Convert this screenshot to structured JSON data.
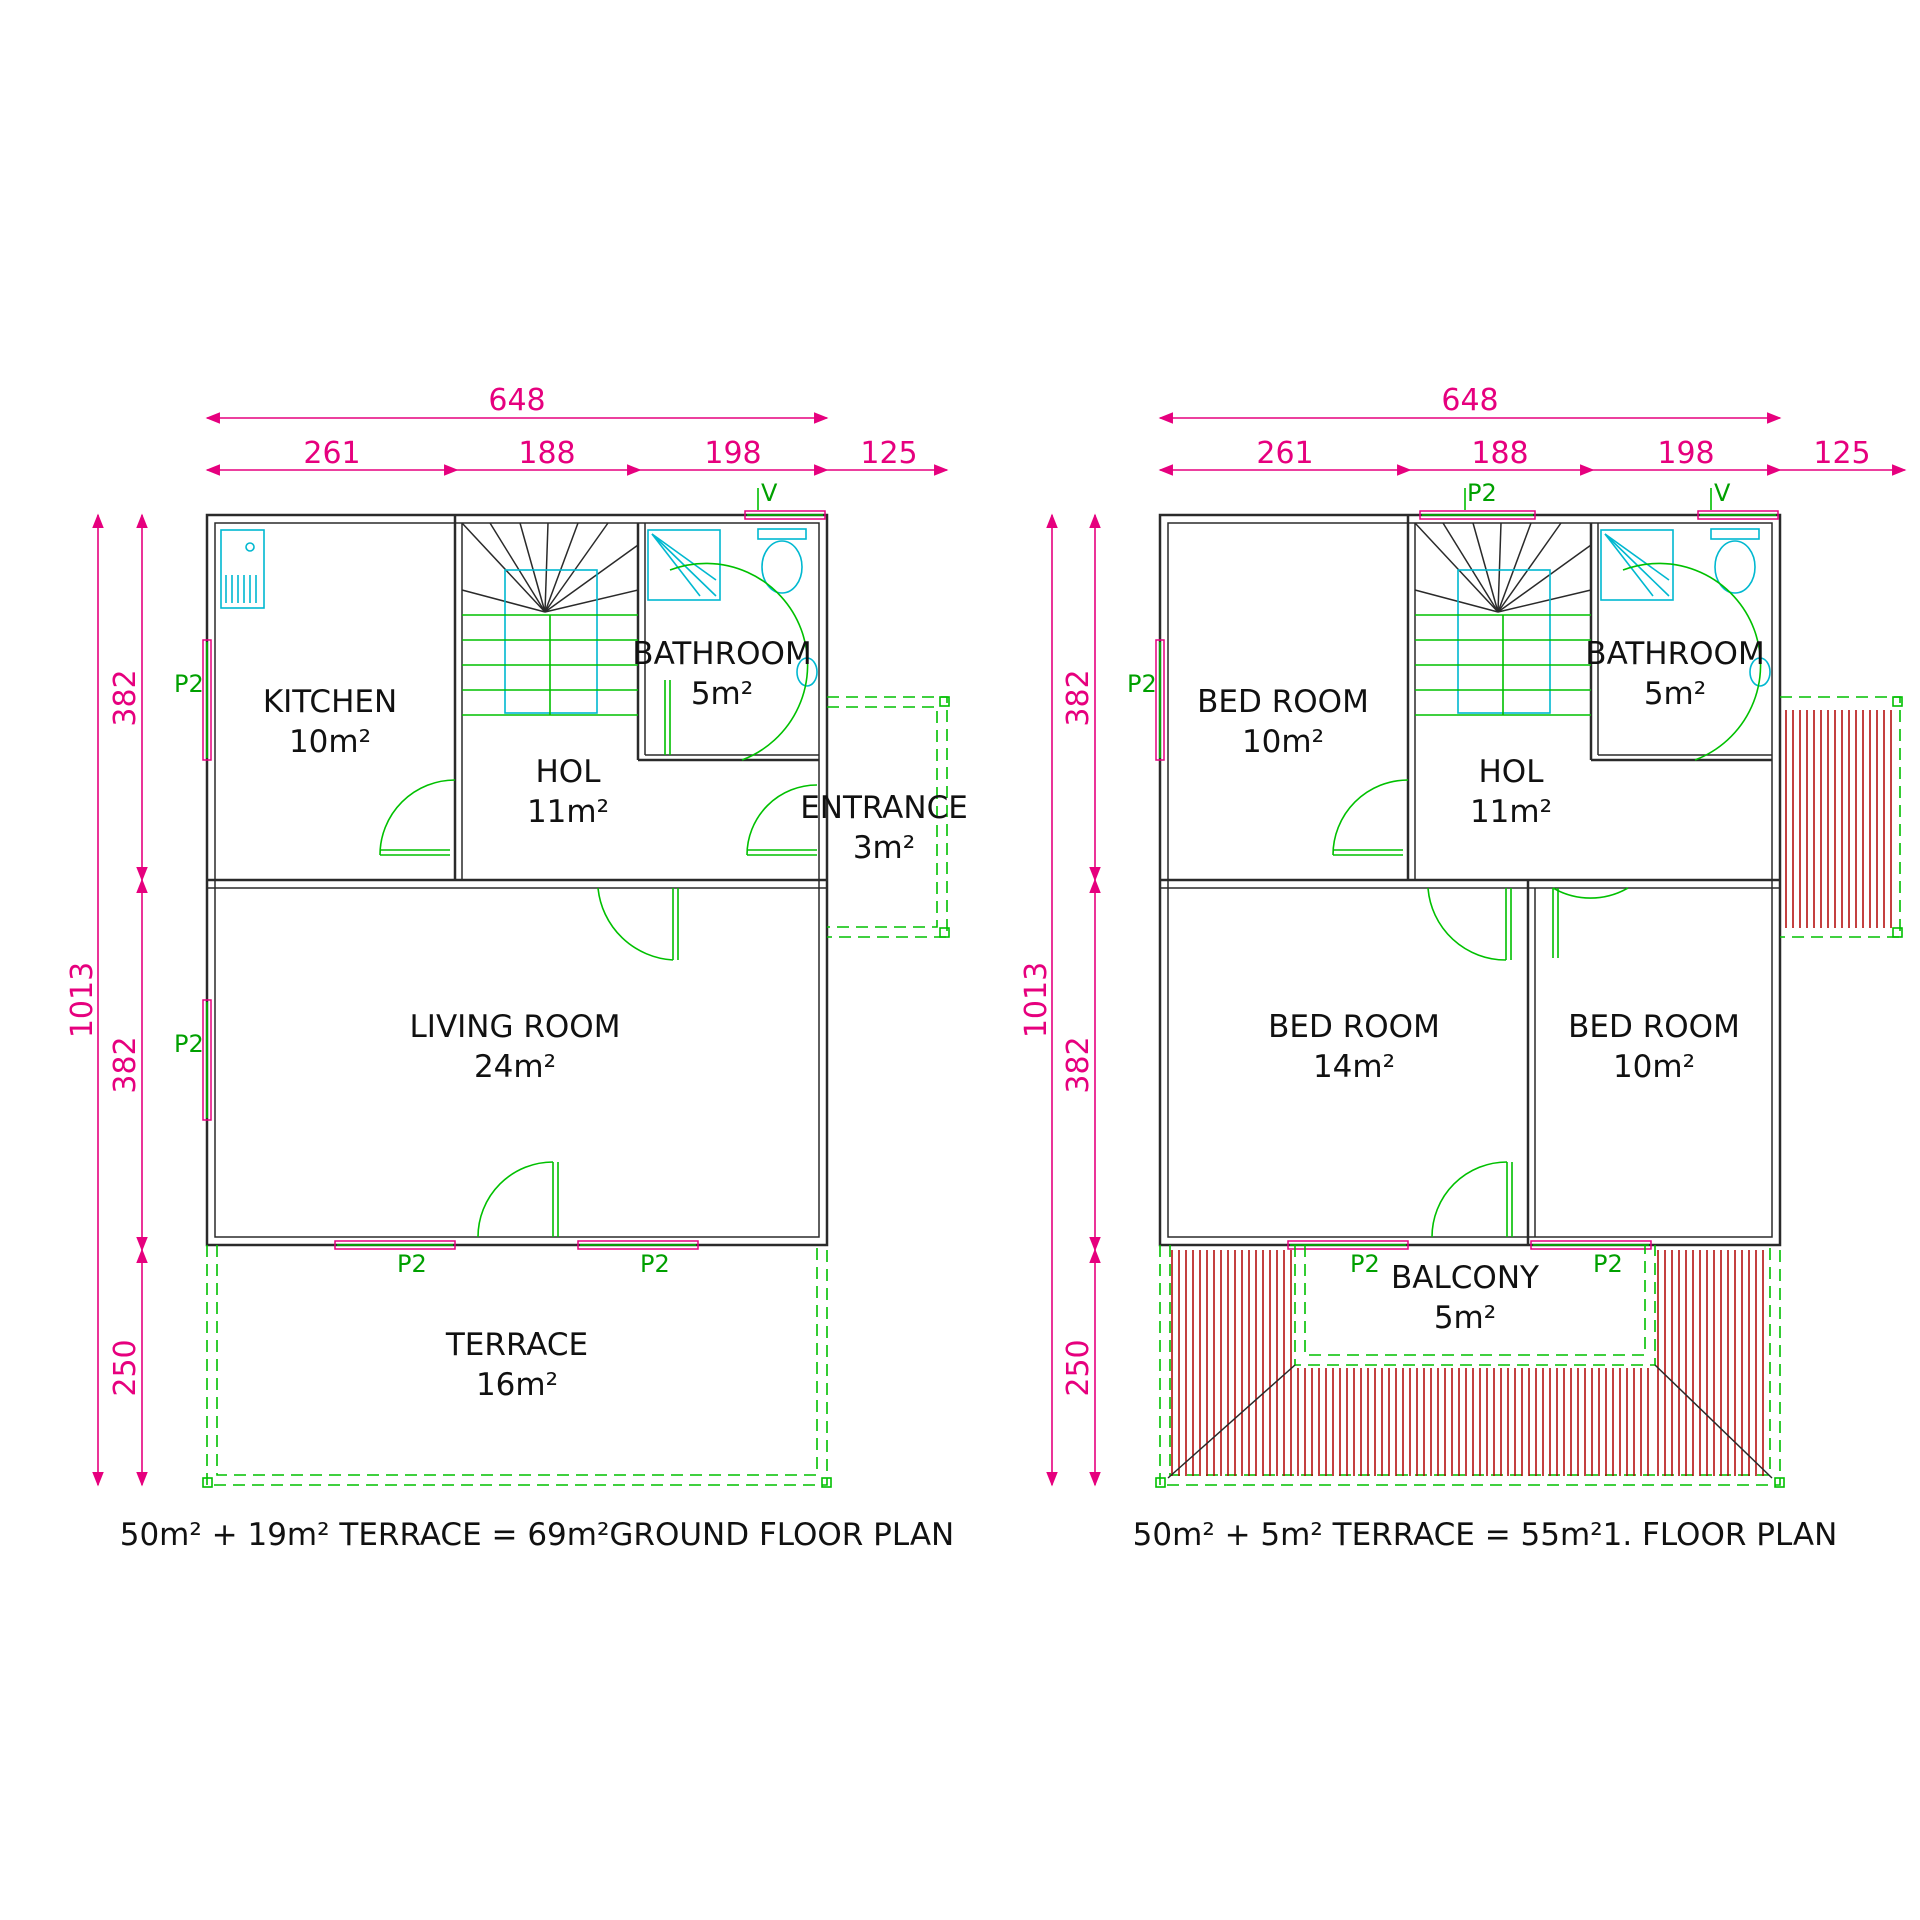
{
  "ground_floor": {
    "dims": {
      "total_width": "648",
      "widths": [
        "261",
        "188",
        "198",
        "125"
      ],
      "total_height": "1013",
      "heights": [
        "382",
        "382",
        "250"
      ]
    },
    "rooms": {
      "kitchen": {
        "name": "KITCHEN",
        "area": "10m²"
      },
      "hol": {
        "name": "HOL",
        "area": "11m²"
      },
      "bathroom": {
        "name": "BATHROOM",
        "area": "5m²"
      },
      "entrance": {
        "name": "ENTRANCE",
        "area": "3m²"
      },
      "living": {
        "name": "LIVING ROOM",
        "area": "24m²"
      },
      "terrace": {
        "name": "TERRACE",
        "area": "16m²"
      }
    },
    "window_tag": "P2",
    "vent_tag": "V",
    "caption": "50m² + 19m² TERRACE = 69m²GROUND FLOOR PLAN"
  },
  "first_floor": {
    "dims": {
      "total_width": "648",
      "widths": [
        "261",
        "188",
        "198",
        "125"
      ],
      "total_height": "1013",
      "heights": [
        "382",
        "382",
        "250"
      ]
    },
    "rooms": {
      "bed1": {
        "name": "BED ROOM",
        "area": "10m²"
      },
      "hol": {
        "name": "HOL",
        "area": "11m²"
      },
      "bathroom": {
        "name": "BATHROOM",
        "area": "5m²"
      },
      "bed2": {
        "name": "BED ROOM",
        "area": "14m²"
      },
      "bed3": {
        "name": "BED ROOM",
        "area": "10m²"
      },
      "balcony": {
        "name": "BALCONY",
        "area": "5m²"
      }
    },
    "window_tag": "P2",
    "vent_tag": "V",
    "caption": "50m² + 5m² TERRACE = 55m²1. FLOOR PLAN"
  },
  "colors": {
    "dimension": "#e6007e",
    "wall": "#2a2a2a",
    "opening": "#00c000",
    "fixture": "#00b8d0",
    "deck": "#b00000"
  }
}
